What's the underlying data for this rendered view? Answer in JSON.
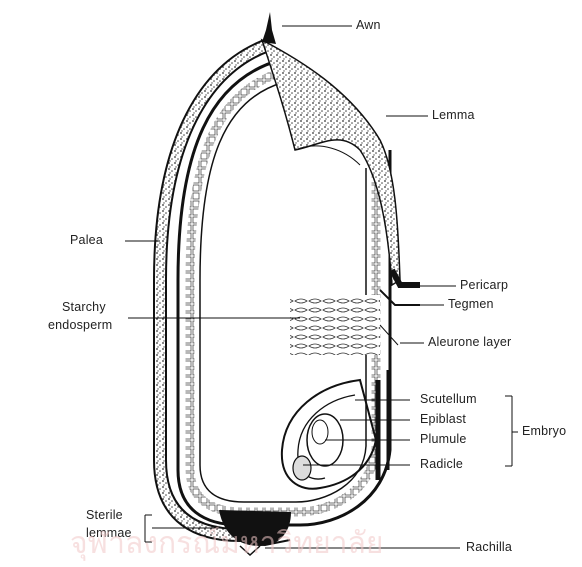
{
  "labels": {
    "awn": "Awn",
    "lemma": "Lemma",
    "palea": "Palea",
    "pericarp": "Pericarp",
    "tegmen": "Tegmen",
    "starchy_endosperm_line1": "Starchy",
    "starchy_endosperm_line2": "endosperm",
    "aleurone_layer": "Aleurone layer",
    "scutellum": "Scutellum",
    "epiblast": "Epiblast",
    "plumule": "Plumule",
    "radicle": "Radicle",
    "embryo": "Embryo",
    "sterile_lemmae_line1": "Sterile",
    "sterile_lemmae_line2": "lemmae",
    "rachilla": "Rachilla"
  },
  "watermark": "จุฬาลงกรณ์มหาวิทยาลัย",
  "colors": {
    "ink": "#1a1a1a",
    "watermark": "#f2c8c8"
  }
}
